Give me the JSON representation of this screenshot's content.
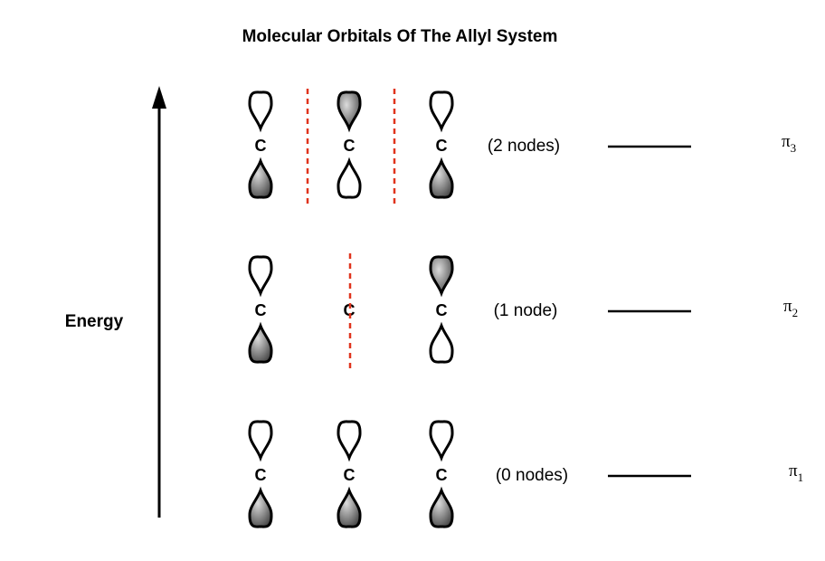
{
  "title": "Molecular Orbitals Of The Allyl System",
  "axis_label": "Energy",
  "atom_label": "C",
  "colors": {
    "node_line": "#e0331c",
    "shaded_lobe_light": "#dcdcdc",
    "shaded_lobe_dark": "#444444",
    "open_lobe": "#ffffff"
  },
  "orbitals": [
    {
      "symbol": "π",
      "subscript": "3",
      "nodes_label": "(2 nodes)",
      "node_count": 2,
      "top_lobes_shaded": [
        false,
        true,
        false
      ]
    },
    {
      "symbol": "π",
      "subscript": "2",
      "nodes_label": "(1 node)",
      "node_count": 1,
      "top_lobes_shaded": [
        false,
        null,
        true
      ]
    },
    {
      "symbol": "π",
      "subscript": "1",
      "nodes_label": "(0 nodes)",
      "node_count": 0,
      "top_lobes_shaded": [
        false,
        false,
        false
      ]
    }
  ]
}
